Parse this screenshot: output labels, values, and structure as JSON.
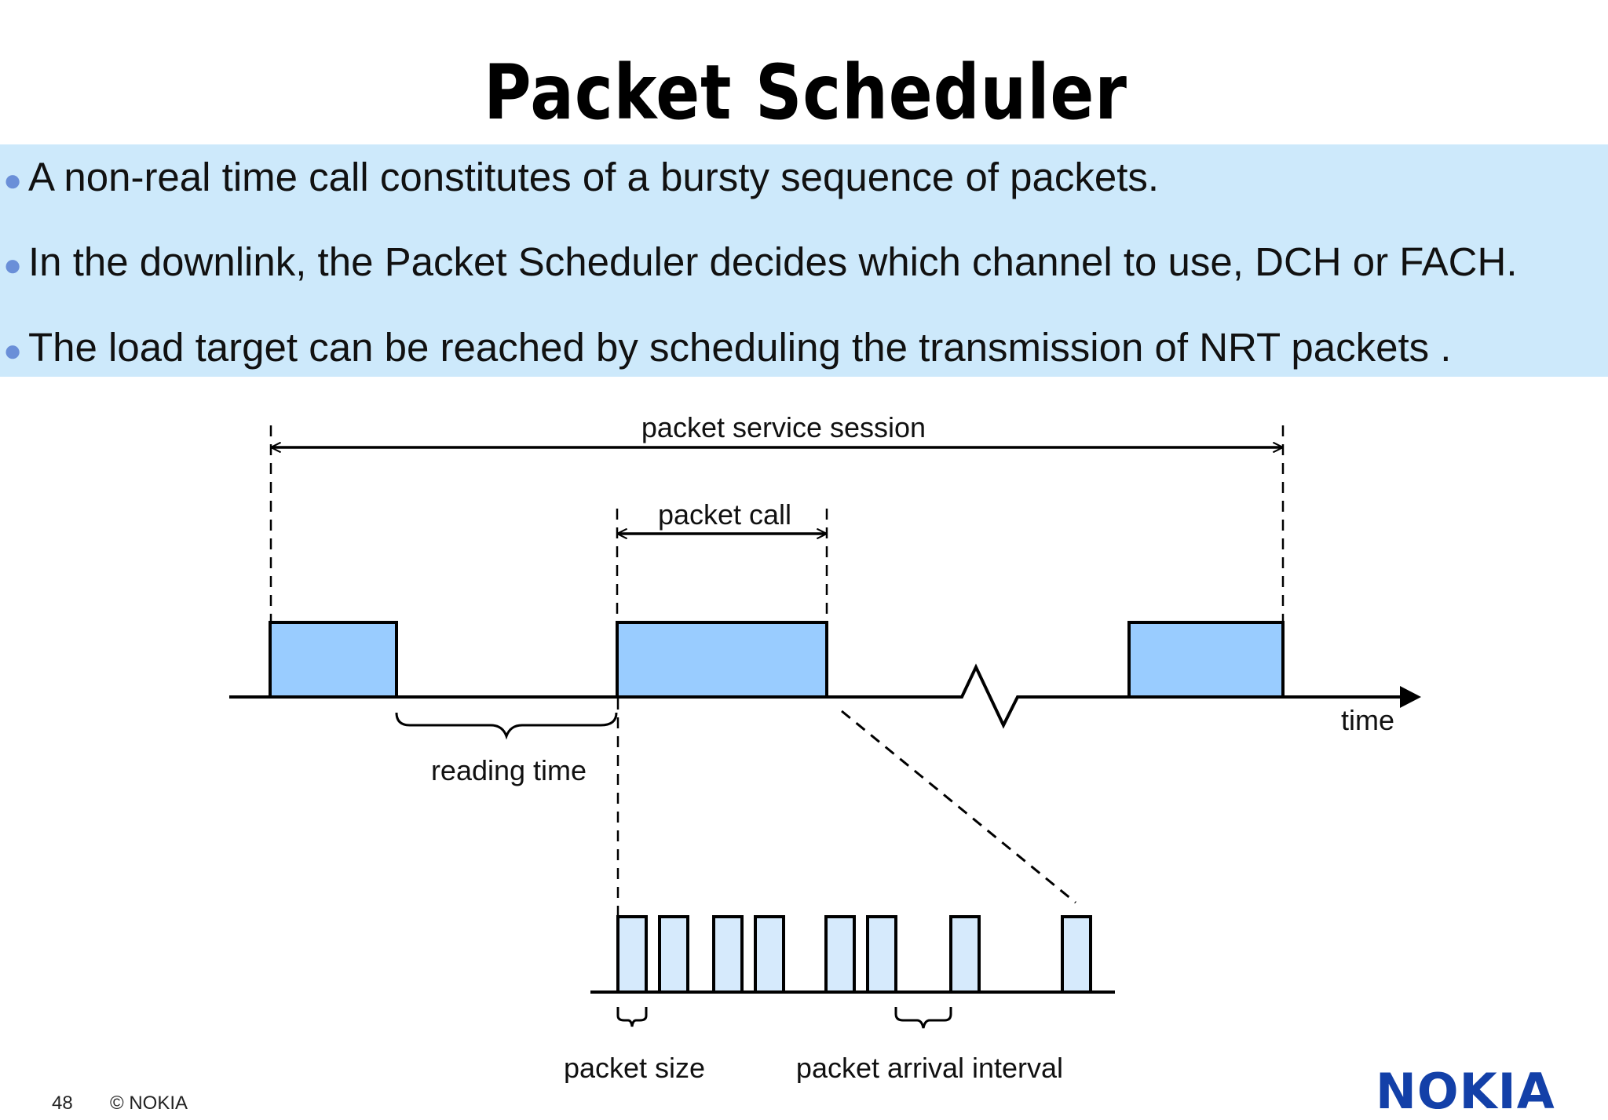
{
  "slide": {
    "title": "Packet Scheduler",
    "page_number": "48",
    "copyright": "© NOKIA",
    "logo_text": "NOKIA",
    "colors": {
      "panel": "#cde9fb",
      "bullet_dot": "#6a8fd8",
      "burst_fill": "#99ccff",
      "packet_fill": "#d6eafc",
      "logo": "#1340a8"
    }
  },
  "bullets": [
    "A non-real time call constitutes of a bursty sequence of packets.",
    "In the downlink, the Packet Scheduler decides which channel to use, DCH or FACH.",
    "The load target can be reached by scheduling the transmission of NRT packets ."
  ],
  "diagram": {
    "labels": {
      "session": "packet service session",
      "call": "packet call",
      "reading_time": "reading time",
      "time_axis": "time",
      "packet_size": "packet size",
      "arrival_interval": "packet arrival interval"
    }
  }
}
